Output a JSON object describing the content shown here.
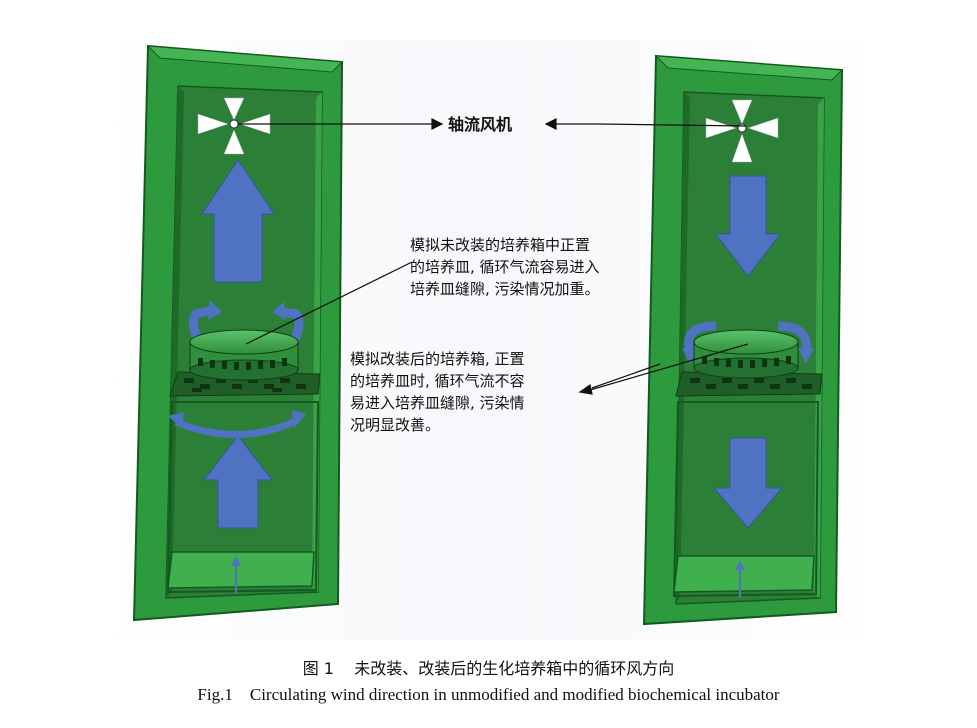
{
  "diagram": {
    "fan_label": "轴流风机",
    "note_unmodified": [
      "模拟未改装的培养箱中正置",
      "的培养皿, 循环气流容易进入",
      "培养皿缝隙, 污染情况加重。"
    ],
    "note_modified": [
      "模拟改装后的培养箱, 正置",
      "的培养皿时, 循环气流不容",
      "易进入培养皿缝隙, 污染情",
      "况明显改善。"
    ]
  },
  "caption": {
    "chinese": "图 1    未改装、改装后的生化培养箱中的循环风方向",
    "english": "Fig.1    Circulating wind direction in unmodified and modified biochemical incubator"
  },
  "colors": {
    "cabinet": "#2e9a3e",
    "cabinet_dark": "#1d6e2a",
    "interior": "#2c7f36",
    "arrow": "#4f73c2",
    "dish": "#3a9a46"
  }
}
